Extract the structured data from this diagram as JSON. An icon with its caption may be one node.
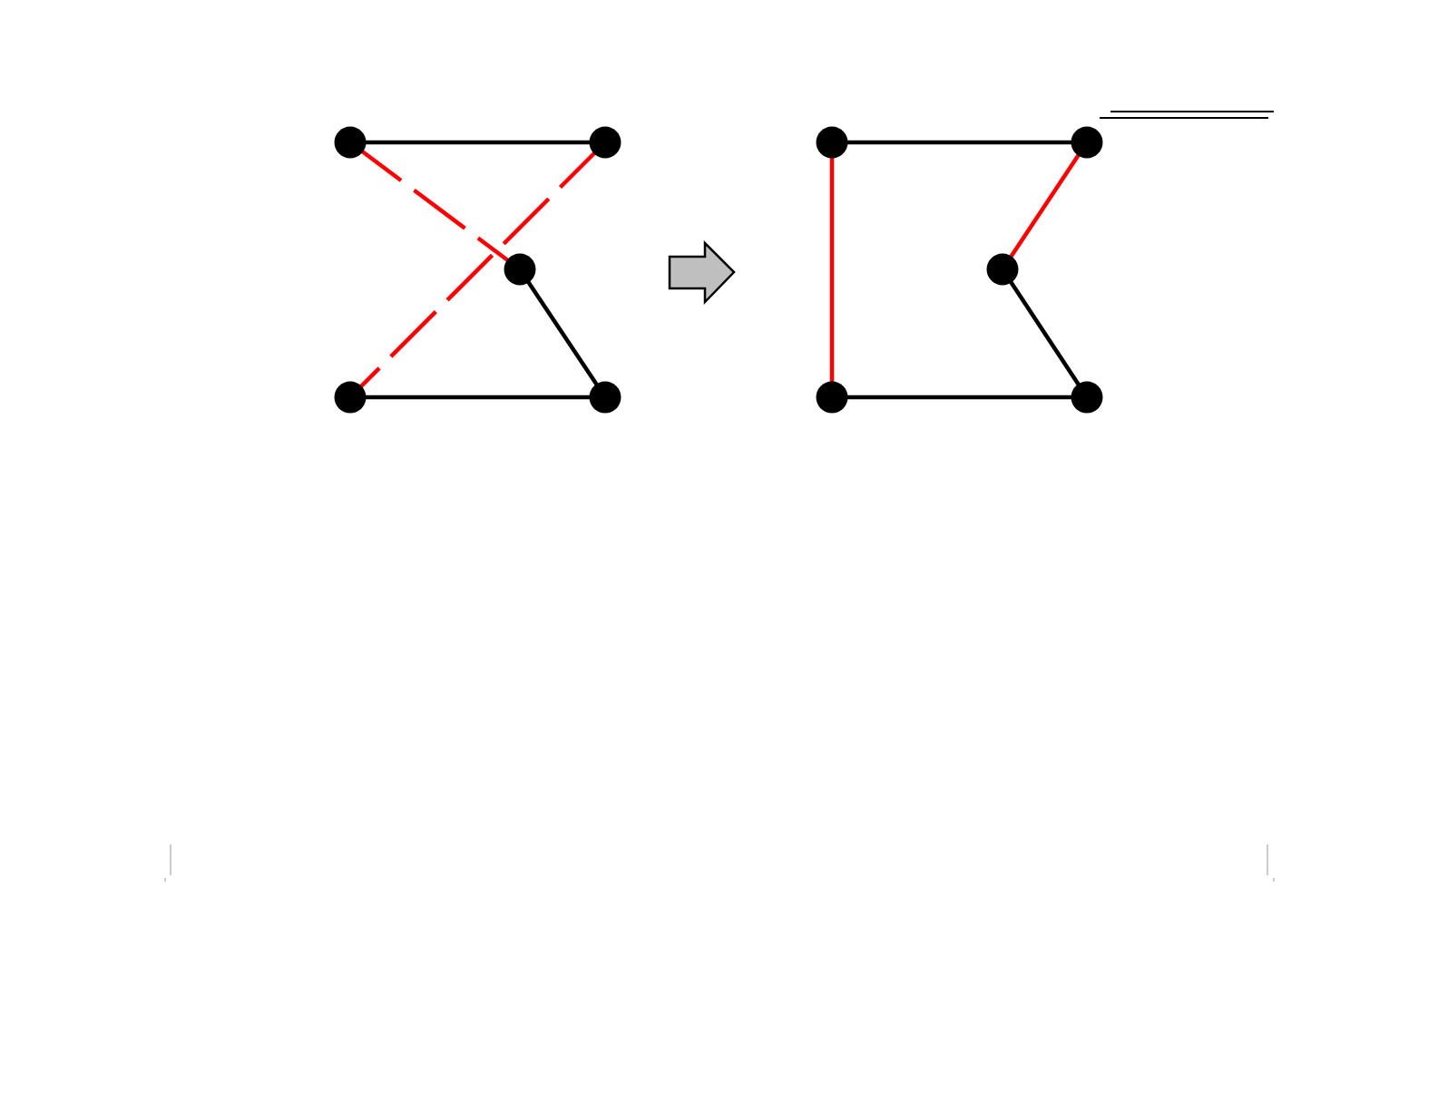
{
  "diagram": {
    "nodes": [
      {
        "text": [],
        "shape": "circle"
      },
      {
        "text": [],
        "shape": "circle"
      },
      {
        "text": [],
        "shape": "circle"
      },
      {
        "text": [],
        "shape": "circle"
      },
      {
        "text": [],
        "shape": "circle"
      },
      {
        "text": [],
        "shape": "circle"
      },
      {
        "text": [],
        "shape": "circle"
      },
      {
        "text": [],
        "shape": "circle"
      },
      {
        "text": [],
        "shape": "circle"
      },
      {
        "text": [],
        "shape": "circle"
      }
    ],
    "edges": [
      {
        "from": 0,
        "to": 1,
        "arrow": "none"
      },
      {
        "from": 0,
        "to": 2,
        "arrow": "none",
        "style": "dashed",
        "color": "#ff0000"
      },
      {
        "from": 1,
        "to": 3,
        "arrow": "none",
        "style": "dashed",
        "color": "#ff0000"
      },
      {
        "from": 2,
        "to": 4,
        "arrow": "none"
      },
      {
        "from": 3,
        "to": 4,
        "arrow": "none"
      },
      {
        "from": 5,
        "to": 6,
        "arrow": "none"
      },
      {
        "from": 5,
        "to": 8,
        "arrow": "none",
        "color": "#ff0000"
      },
      {
        "from": 6,
        "to": 7,
        "arrow": "none",
        "color": "#ff0000"
      },
      {
        "from": 7,
        "to": 9,
        "arrow": "none"
      },
      {
        "from": 8,
        "to": 9,
        "arrow": "none"
      }
    ]
  }
}
